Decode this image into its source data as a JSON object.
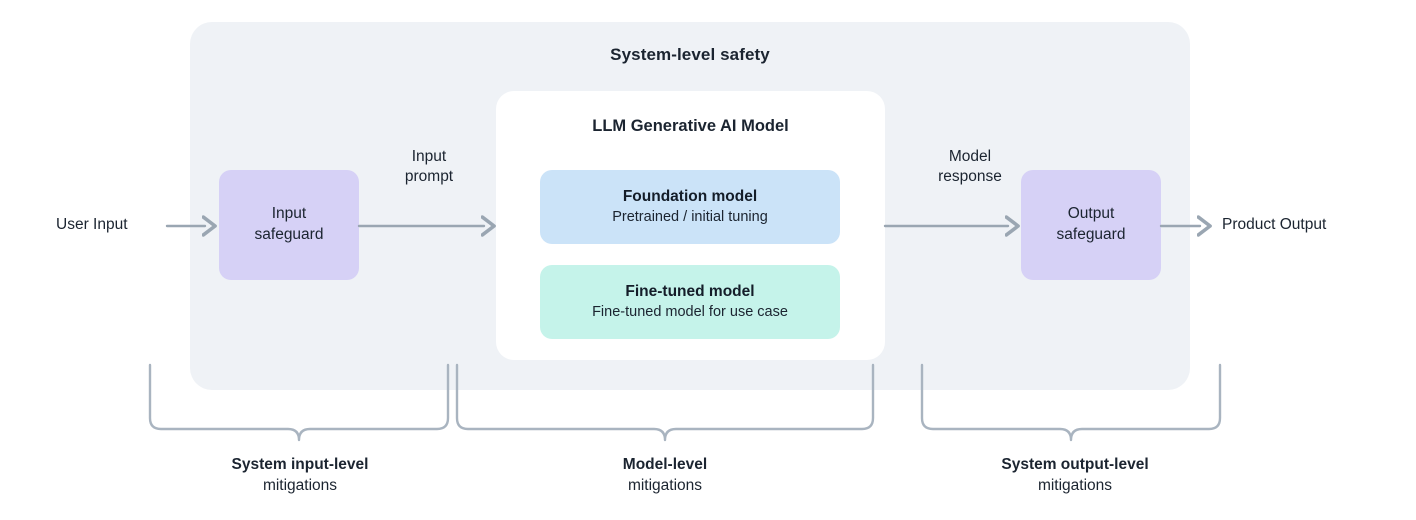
{
  "diagram": {
    "title": "System-level safety",
    "endpoints": {
      "input_label": "User Input",
      "output_label": "Product Output"
    },
    "flow_labels": {
      "input_prompt_line1": "Input",
      "input_prompt_line2": "prompt",
      "model_response_line1": "Model",
      "model_response_line2": "response"
    },
    "safeguards": {
      "input_line1": "Input",
      "input_line2": "safeguard",
      "output_line1": "Output",
      "output_line2": "safeguard"
    },
    "model_card": {
      "title": "LLM Generative AI Model",
      "boxes": [
        {
          "name": "foundation-model",
          "title": "Foundation model",
          "subtitle": "Pretrained / initial tuning",
          "color": "#CBE3F8"
        },
        {
          "name": "fine-tuned-model",
          "title": "Fine-tuned model",
          "subtitle": "Fine-tuned model for use case",
          "color": "#C5F3EA"
        }
      ]
    },
    "brackets": [
      {
        "title": "System input-level",
        "subtitle": "mitigations"
      },
      {
        "title": "Model-level",
        "subtitle": "mitigations"
      },
      {
        "title": "System output-level",
        "subtitle": "mitigations"
      }
    ],
    "colors": {
      "panel_background": "#EFF2F6",
      "card_background": "#FFFFFF",
      "safeguard": "#D6D1F6",
      "foundation": "#CBE3F8",
      "fine_tuned": "#C5F3EA",
      "connector": "#9AA6B2",
      "text": "#1B2430",
      "page_background": "#FFFFFF"
    }
  }
}
